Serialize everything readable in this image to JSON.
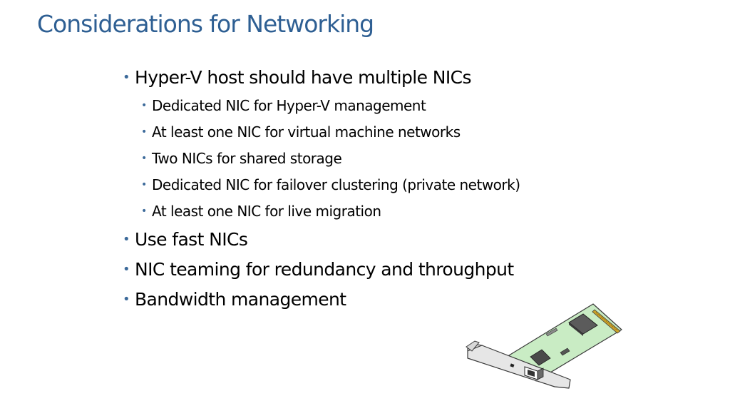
{
  "slide": {
    "title": "Considerations for Networking",
    "bullets": [
      {
        "text": "Hyper-V host should have multiple NICs",
        "level": 1
      },
      {
        "text": "Dedicated NIC for Hyper-V management",
        "level": 2
      },
      {
        "text": "At least one NIC for virtual machine networks",
        "level": 2
      },
      {
        "text": "Two NICs for shared storage",
        "level": 2
      },
      {
        "text": "Dedicated NIC for failover clustering (private network)",
        "level": 2
      },
      {
        "text": "At least one NIC for live migration",
        "level": 2
      },
      {
        "text": "Use fast NICs",
        "level": 1
      },
      {
        "text": "NIC teaming for redundancy and throughput",
        "level": 1
      },
      {
        "text": "Bandwidth management",
        "level": 1
      }
    ]
  },
  "colors": {
    "title": "#2e5f93",
    "bullet_marker": "#3c6a9a",
    "body_text": "#000000",
    "card_board": "#c9ecc4"
  },
  "icons": {
    "illustration": "network-interface-card-icon"
  }
}
